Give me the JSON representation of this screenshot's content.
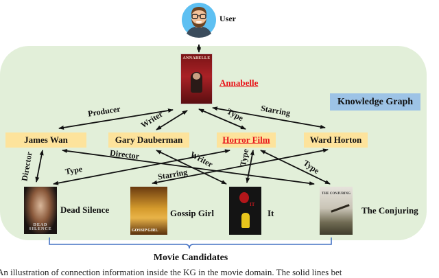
{
  "user": {
    "label": "User",
    "icon": "user-avatar-icon"
  },
  "center_movie": {
    "label": "Annabelle",
    "poster_title": "ANNABELLE"
  },
  "graph_title": "Knowledge Graph",
  "entities": [
    {
      "id": "james_wan",
      "label": "James Wan",
      "highlight": false
    },
    {
      "id": "gary_dauberman",
      "label": "Gary Dauberman",
      "highlight": false
    },
    {
      "id": "horror_film",
      "label": "Horror Film",
      "highlight": true
    },
    {
      "id": "ward_horton",
      "label": "Ward Horton",
      "highlight": false
    }
  ],
  "movies": [
    {
      "id": "dead_silence",
      "label": "Dead Silence",
      "poster_text": "DEAD SILENCE"
    },
    {
      "id": "gossip_girl",
      "label": "Gossip Girl",
      "poster_text": "GOSSIP GIRL"
    },
    {
      "id": "it",
      "label": "It",
      "poster_text": "IT"
    },
    {
      "id": "the_conjuring",
      "label": "The Conjuring",
      "poster_text": "THE CONJURING"
    }
  ],
  "edges": [
    {
      "from": "annabelle",
      "to": "james_wan",
      "label": "Producer"
    },
    {
      "from": "annabelle",
      "to": "gary_dauberman",
      "label": "Writer"
    },
    {
      "from": "annabelle",
      "to": "horror_film",
      "label": "Type"
    },
    {
      "from": "annabelle",
      "to": "ward_horton",
      "label": "Starring"
    },
    {
      "from": "james_wan",
      "to": "dead_silence",
      "label": "Director"
    },
    {
      "from": "james_wan",
      "to": "the_conjuring",
      "label": "Director"
    },
    {
      "from": "horror_film",
      "to": "dead_silence",
      "label": "Type"
    },
    {
      "from": "gary_dauberman",
      "to": "it",
      "label": "Writer"
    },
    {
      "from": "ward_horton",
      "to": "gossip_girl",
      "label": "Starring"
    },
    {
      "from": "horror_film",
      "to": "it",
      "label": "Type"
    },
    {
      "from": "horror_film",
      "to": "the_conjuring",
      "label": "Type"
    }
  ],
  "candidates_label": "Movie Candidates",
  "caption": "An illustration of connection information inside the KG in the movie domain. The solid lines bet",
  "colors": {
    "panel": "#e2efd9",
    "entity_box": "#fde39c",
    "kg_box": "#9dc3e6",
    "highlight_text": "#e8161b",
    "bracket": "#4472c4"
  }
}
